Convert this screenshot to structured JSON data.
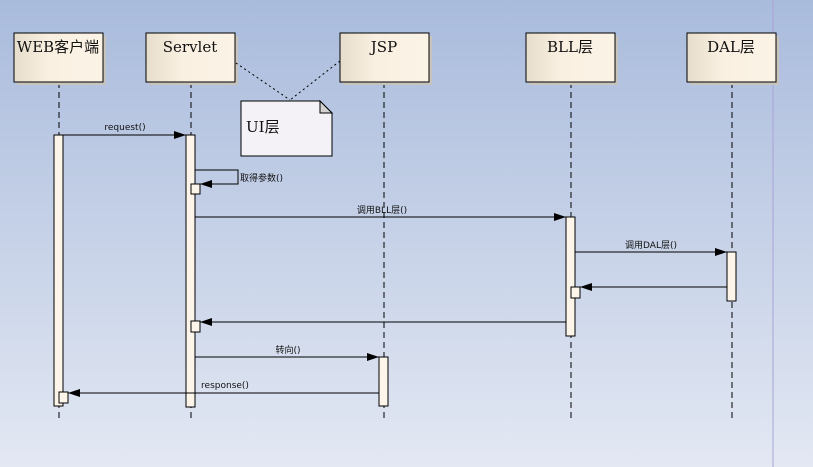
{
  "participants": [
    {
      "id": "web",
      "label": "WEB客户端"
    },
    {
      "id": "servlet",
      "label": "Servlet"
    },
    {
      "id": "jsp",
      "label": "JSP"
    },
    {
      "id": "bll",
      "label": "BLL层"
    },
    {
      "id": "dal",
      "label": "DAL层"
    }
  ],
  "note": {
    "text": "UI层"
  },
  "messages": [
    {
      "label": "request()"
    },
    {
      "label": "取得参数()"
    },
    {
      "label": "调用BLL层()"
    },
    {
      "label": "调用DAL层()"
    },
    {
      "label": ""
    },
    {
      "label": ""
    },
    {
      "label": "转向()"
    },
    {
      "label": "response()"
    }
  ],
  "colors": {
    "box_fill": "#f9f0e1",
    "activation_fill": "#fdf5ea",
    "note_fill": "#f5f2f7"
  }
}
